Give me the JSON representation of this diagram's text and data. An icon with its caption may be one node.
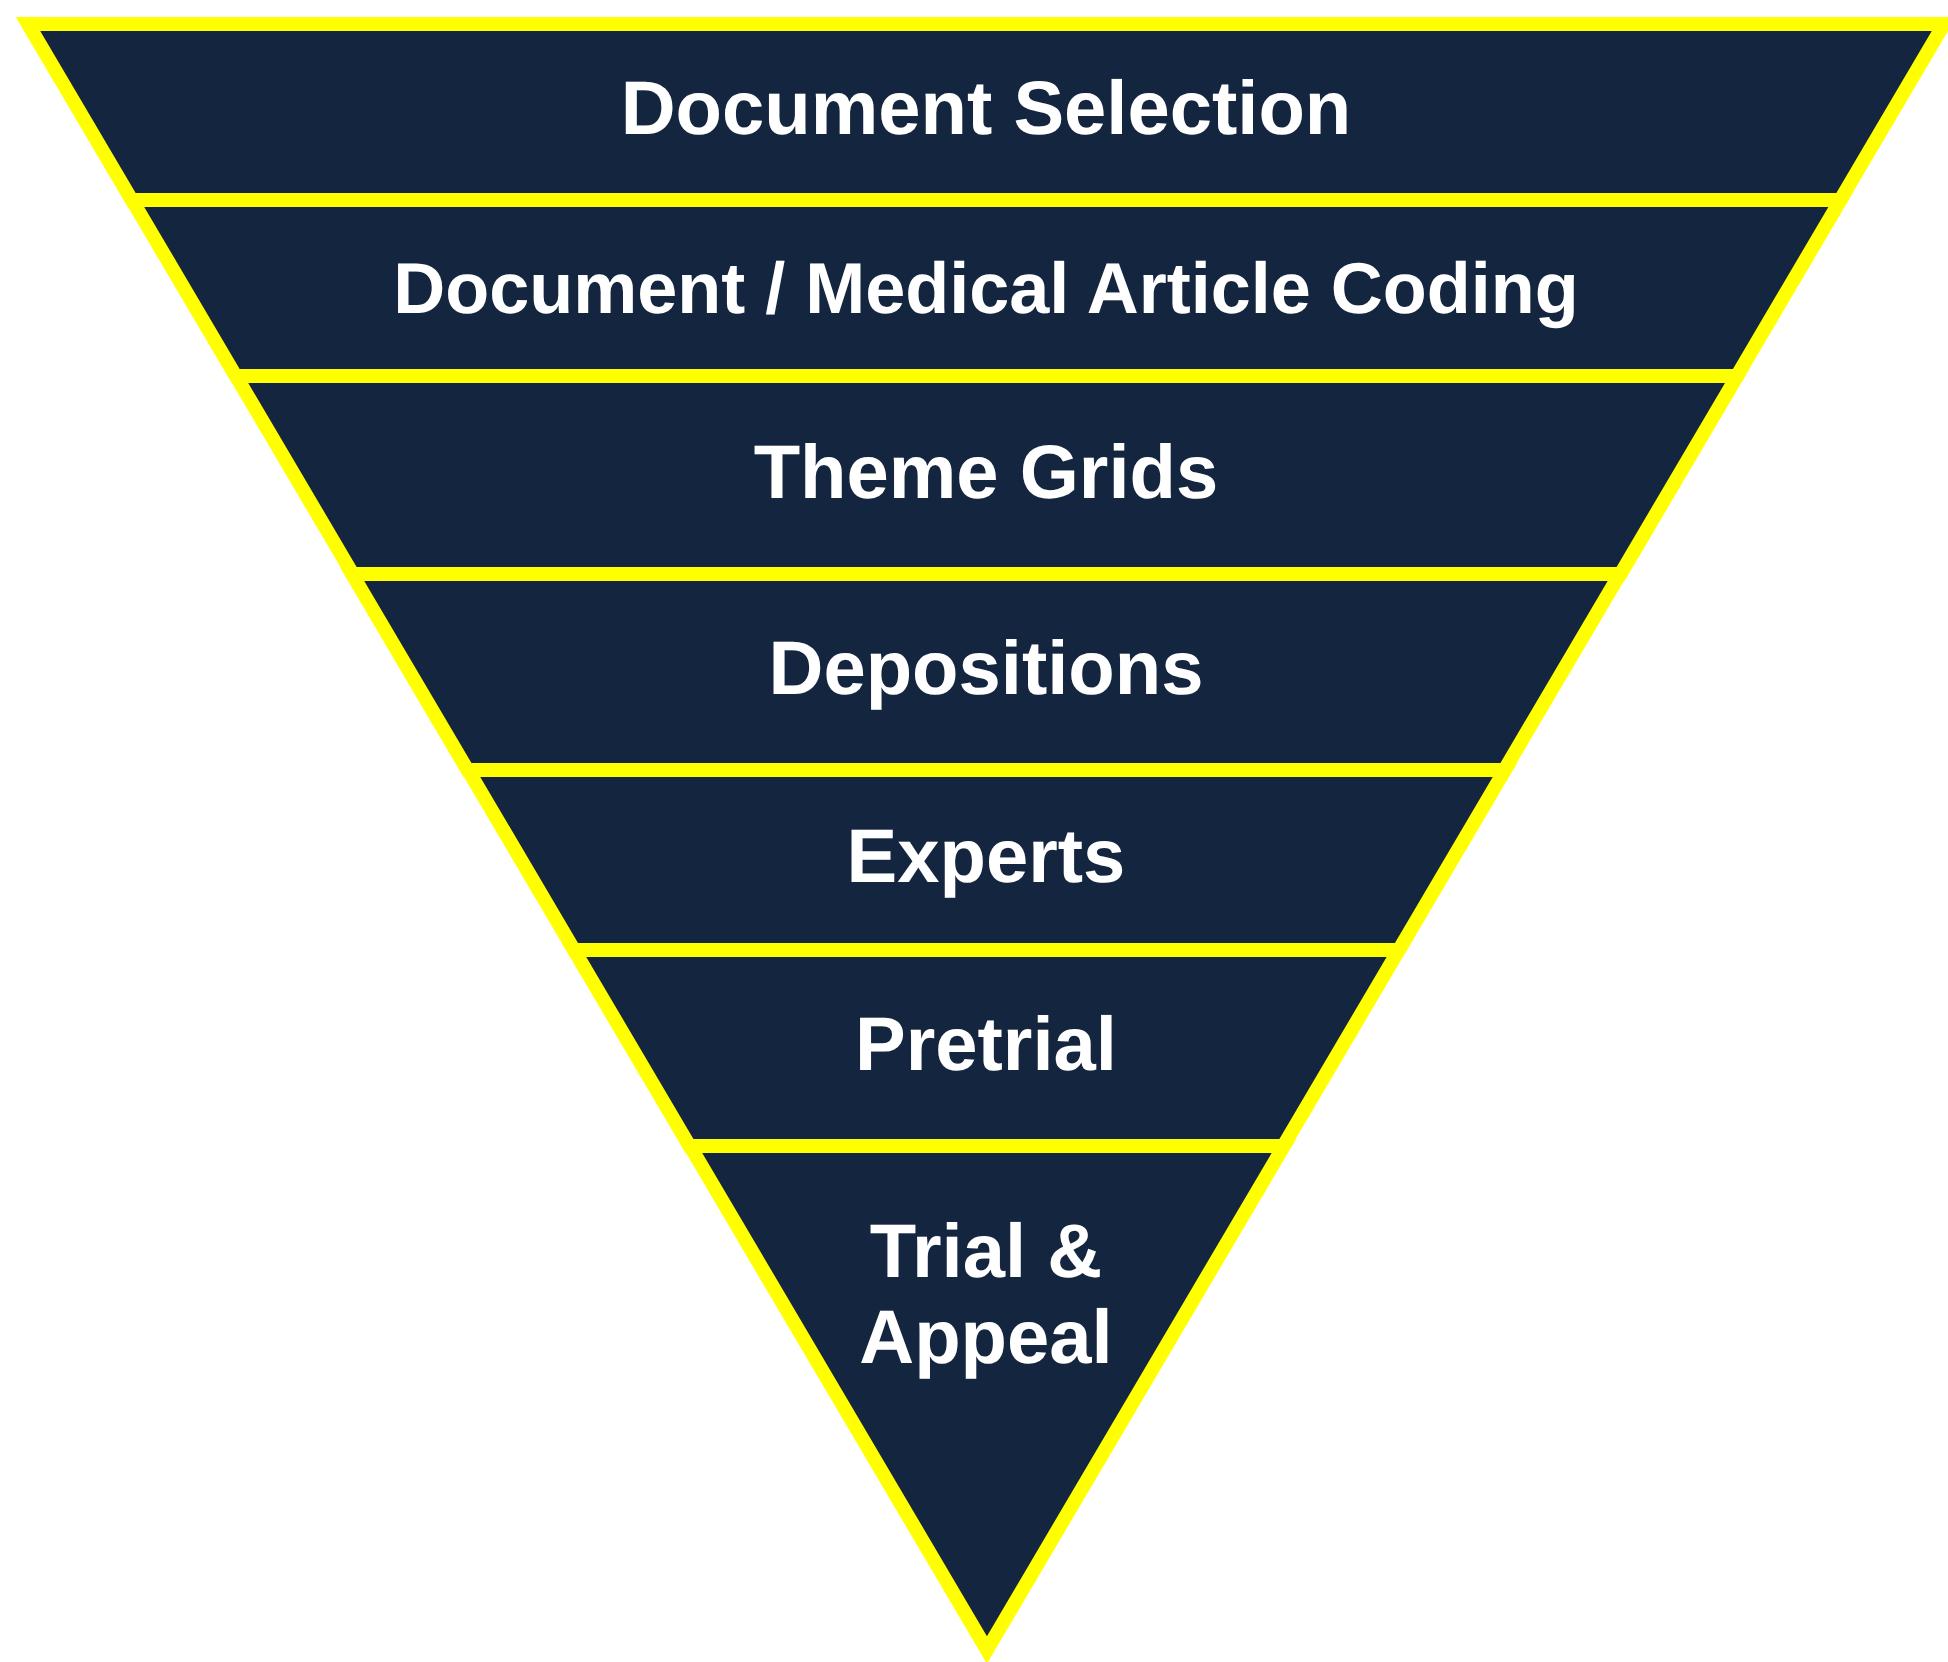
{
  "diagram": {
    "nodes": [
      {
        "text": [
          "Document Selection"
        ]
      },
      {
        "text": [
          "Document / Medical Article Coding"
        ]
      },
      {
        "text": [
          "Theme Grids"
        ]
      },
      {
        "text": [
          "Depositions"
        ]
      },
      {
        "text": [
          "Experts"
        ]
      },
      {
        "text": [
          "Pretrial"
        ]
      },
      {
        "text": [
          "Trial & Appeal"
        ]
      }
    ]
  }
}
